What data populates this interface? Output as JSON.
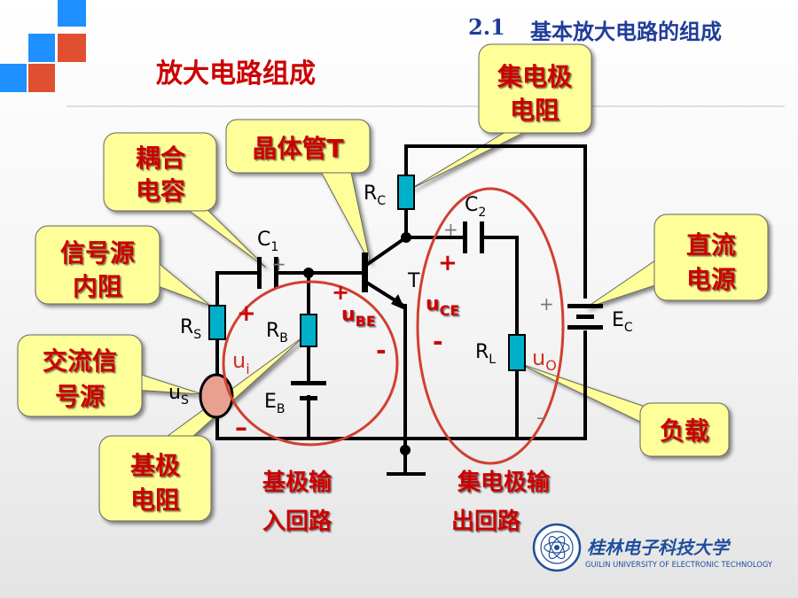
{
  "header": {
    "section_number": "2.1",
    "section_title": "基本放大电路的组成"
  },
  "slide_title": "放大电路组成",
  "callouts": {
    "coupling_capacitor": [
      "耦合",
      "电容"
    ],
    "transistor": "晶体管T",
    "collector_resistor": [
      "集电极",
      "电阻"
    ],
    "source_resistance": [
      "信号源",
      "内阻"
    ],
    "dc_supply": [
      "直流",
      "电源"
    ],
    "ac_source": [
      "交流信",
      "号源"
    ],
    "base_resistor": [
      "基极",
      "电阻"
    ],
    "load": "负载"
  },
  "loops": {
    "input": [
      "基极输",
      "入回路"
    ],
    "output": [
      "集电极输",
      "出回路"
    ]
  },
  "components": {
    "rs": {
      "main": "R",
      "sub": "S"
    },
    "rb": {
      "main": "R",
      "sub": "B"
    },
    "rc": {
      "main": "R",
      "sub": "C"
    },
    "rl": {
      "main": "R",
      "sub": "L"
    },
    "c1": {
      "main": "C",
      "sub": "1"
    },
    "c2": {
      "main": "C",
      "sub": "2"
    },
    "eb": {
      "main": "E",
      "sub": "B"
    },
    "ec": {
      "main": "E",
      "sub": "C"
    },
    "us": {
      "main": "u",
      "sub": "S"
    },
    "transistor": "T"
  },
  "signals": {
    "ui": {
      "main": "u",
      "sub": "i"
    },
    "ube": {
      "main": "u",
      "sub": "BE"
    },
    "uce": {
      "main": "u",
      "sub": "CE"
    },
    "uo": {
      "main": "u",
      "sub": "O"
    }
  },
  "signs": {
    "plus": "+",
    "minus": "-",
    "dash": "–"
  },
  "logo": {
    "name_cn": "桂林电子科技大学",
    "name_en": "GUILIN UNIVERSITY OF ELECTRONIC TECHNOLOGY"
  },
  "colors": {
    "callout_fill": "#ffff99",
    "circuit_wire": "#000000",
    "component_fill": "#00b0c8",
    "loop_ring": "#d04030",
    "sign_red": "#cc0000",
    "callout_text": "#cc0000",
    "corner_blue": "#1e90ff",
    "corner_red": "#e05030",
    "logo_blue": "#1f4e9c"
  }
}
